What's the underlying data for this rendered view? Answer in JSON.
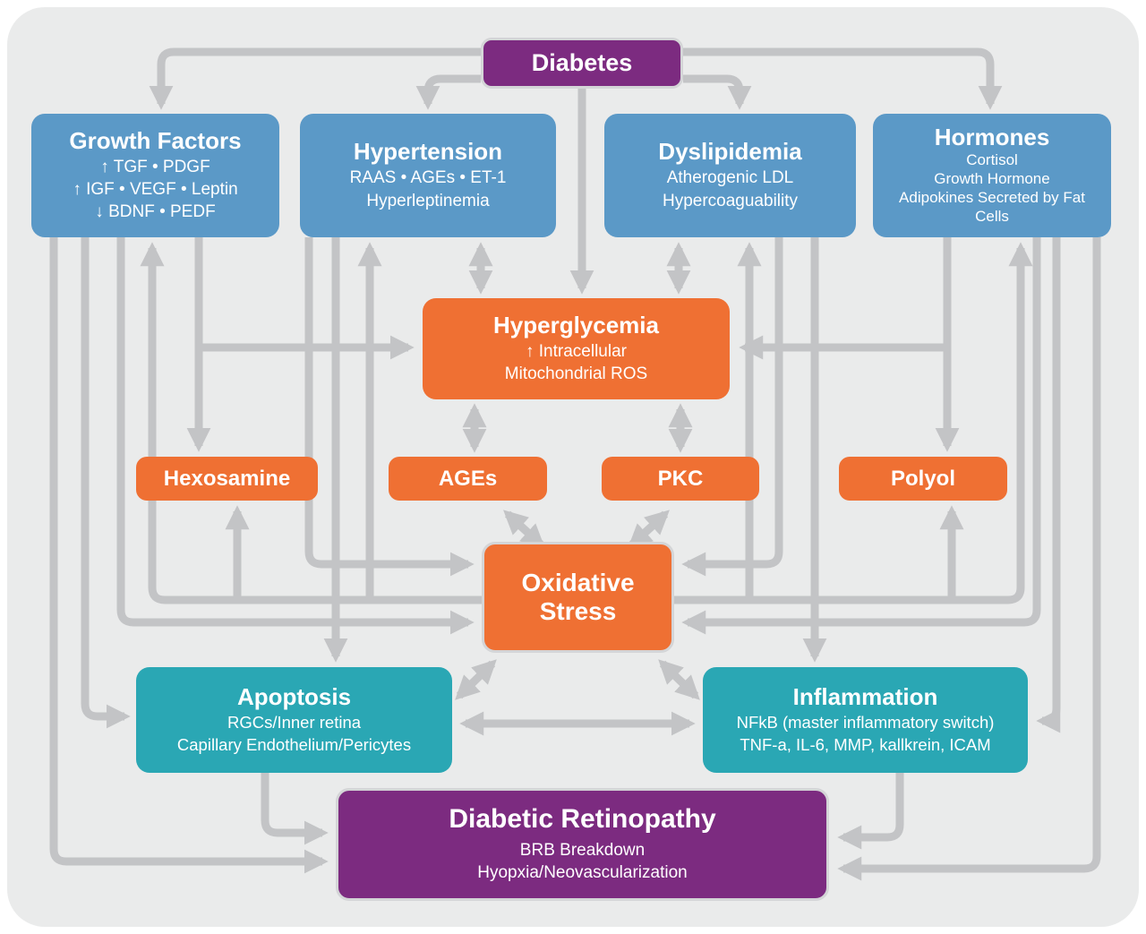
{
  "colors": {
    "background_panel": "#eaebeb",
    "box_blue": "#5b99c7",
    "box_orange": "#ef7033",
    "box_teal": "#2aa7b4",
    "box_purple": "#7c2b80",
    "arrow_gray": "#c3c4c6",
    "text": "#ffffff"
  },
  "nodes": {
    "diabetes": {
      "title": "Diabetes"
    },
    "growth_factors": {
      "title": "Growth Factors",
      "lines": [
        "↑ TGF • PDGF",
        "↑ IGF • VEGF • Leptin",
        "↓ BDNF • PEDF"
      ]
    },
    "hypertension": {
      "title": "Hypertension",
      "lines": [
        "RAAS • AGEs • ET-1",
        "Hyperleptinemia"
      ]
    },
    "dyslipidemia": {
      "title": "Dyslipidemia",
      "lines": [
        "Atherogenic LDL",
        "Hypercoaguability"
      ]
    },
    "hormones": {
      "title": "Hormones",
      "lines": [
        "Cortisol",
        "Growth Hormone",
        "Adipokines Secreted by Fat Cells"
      ]
    },
    "hyperglycemia": {
      "title": "Hyperglycemia",
      "lines": [
        "↑ Intracellular",
        "Mitochondrial ROS"
      ]
    },
    "hexosamine": {
      "title": "Hexosamine"
    },
    "ages": {
      "title": "AGEs"
    },
    "pkc": {
      "title": "PKC"
    },
    "polyol": {
      "title": "Polyol"
    },
    "oxidative_stress": {
      "title": "Oxidative Stress"
    },
    "apoptosis": {
      "title": "Apoptosis",
      "lines": [
        "RGCs/Inner retina",
        "Capillary Endothelium/Pericytes"
      ]
    },
    "inflammation": {
      "title": "Inflammation",
      "lines": [
        "NFkB (master inflammatory switch)",
        "TNF-a, IL-6, MMP, kallkrein, ICAM"
      ]
    },
    "diabetic_retinopathy": {
      "title": "Diabetic Retinopathy",
      "lines": [
        "BRB Breakdown",
        "Hyopxia/Neovascularization"
      ]
    }
  },
  "edges": [
    {
      "from": "diabetes",
      "to": "growth_factors",
      "type": "one-way"
    },
    {
      "from": "diabetes",
      "to": "hypertension",
      "type": "one-way"
    },
    {
      "from": "diabetes",
      "to": "dyslipidemia",
      "type": "one-way"
    },
    {
      "from": "diabetes",
      "to": "hormones",
      "type": "one-way"
    },
    {
      "from": "diabetes",
      "to": "hyperglycemia",
      "type": "one-way"
    },
    {
      "from": "hypertension",
      "to": "hyperglycemia",
      "type": "two-way"
    },
    {
      "from": "dyslipidemia",
      "to": "hyperglycemia",
      "type": "two-way"
    },
    {
      "from": "growth_factors",
      "to": "hexosamine",
      "type": "one-way"
    },
    {
      "from": "growth_factors",
      "to": "hyperglycemia",
      "type": "one-way"
    },
    {
      "from": "hormones",
      "to": "polyol",
      "type": "one-way"
    },
    {
      "from": "hormones",
      "to": "hyperglycemia",
      "type": "one-way"
    },
    {
      "from": "hyperglycemia",
      "to": "ages",
      "type": "two-way"
    },
    {
      "from": "hyperglycemia",
      "to": "pkc",
      "type": "two-way"
    },
    {
      "from": "ages",
      "to": "oxidative_stress",
      "type": "two-way"
    },
    {
      "from": "pkc",
      "to": "oxidative_stress",
      "type": "two-way"
    },
    {
      "from": "hypertension",
      "to": "oxidative_stress",
      "type": "one-way"
    },
    {
      "from": "dyslipidemia",
      "to": "oxidative_stress",
      "type": "one-way"
    },
    {
      "from": "growth_factors",
      "to": "oxidative_stress",
      "type": "one-way"
    },
    {
      "from": "hormones",
      "to": "oxidative_stress",
      "type": "one-way"
    },
    {
      "from": "oxidative_stress",
      "to": "hypertension",
      "type": "one-way"
    },
    {
      "from": "oxidative_stress",
      "to": "dyslipidemia",
      "type": "one-way"
    },
    {
      "from": "oxidative_stress",
      "to": "hexosamine",
      "type": "one-way"
    },
    {
      "from": "oxidative_stress",
      "to": "polyol",
      "type": "one-way"
    },
    {
      "from": "oxidative_stress",
      "to": "growth_factors",
      "type": "one-way"
    },
    {
      "from": "oxidative_stress",
      "to": "hormones",
      "type": "one-way"
    },
    {
      "from": "hypertension",
      "to": "apoptosis",
      "type": "one-way"
    },
    {
      "from": "dyslipidemia",
      "to": "inflammation",
      "type": "one-way"
    },
    {
      "from": "oxidative_stress",
      "to": "apoptosis",
      "type": "two-way"
    },
    {
      "from": "oxidative_stress",
      "to": "inflammation",
      "type": "two-way"
    },
    {
      "from": "apoptosis",
      "to": "inflammation",
      "type": "two-way"
    },
    {
      "from": "apoptosis",
      "to": "diabetic_retinopathy",
      "type": "one-way"
    },
    {
      "from": "inflammation",
      "to": "diabetic_retinopathy",
      "type": "one-way"
    },
    {
      "from": "growth_factors",
      "to": "apoptosis",
      "type": "one-way"
    },
    {
      "from": "growth_factors",
      "to": "diabetic_retinopathy",
      "type": "one-way"
    },
    {
      "from": "hormones",
      "to": "inflammation",
      "type": "one-way"
    },
    {
      "from": "hormones",
      "to": "diabetic_retinopathy",
      "type": "one-way"
    }
  ]
}
